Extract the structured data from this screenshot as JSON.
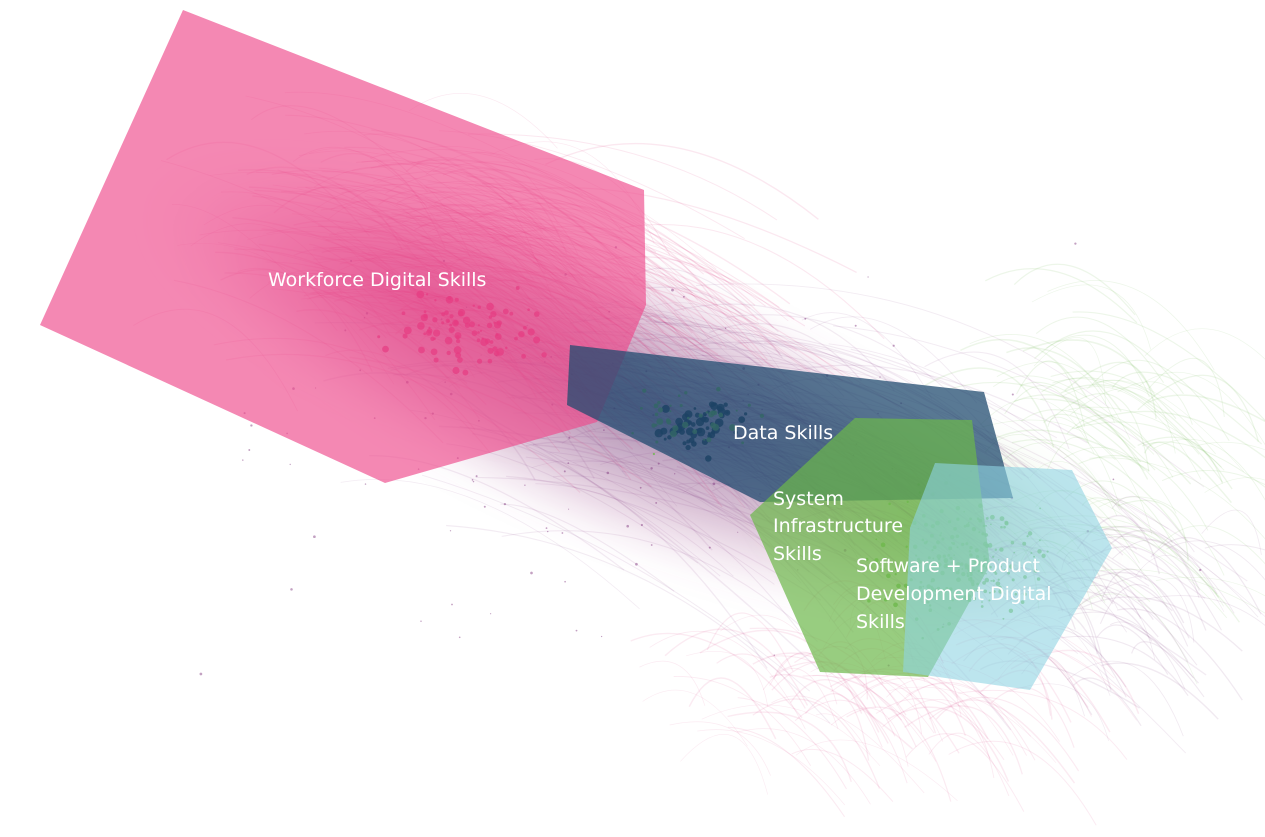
{
  "clusters": [
    {
      "id": "workforce",
      "label_lines": [
        "Workforce Digital Skills"
      ],
      "color": "#ef4b8c"
    },
    {
      "id": "data",
      "label_lines": [
        "Data Skills"
      ],
      "color": "#1f4a6e"
    },
    {
      "id": "system",
      "label_lines": [
        "System",
        "Infrastructure",
        "Skills"
      ],
      "color": "#6cb84a"
    },
    {
      "id": "software",
      "label_lines": [
        "Software + Product",
        "Development Digital",
        "Skills"
      ],
      "color": "#8fd3e2"
    }
  ],
  "palette": {
    "pink": "#d61e6e",
    "purple": "#7a2e78",
    "navy": "#1a2f4a",
    "green": "#6cb84a",
    "teal": "#3aa8b8",
    "background": "#ffffff"
  }
}
